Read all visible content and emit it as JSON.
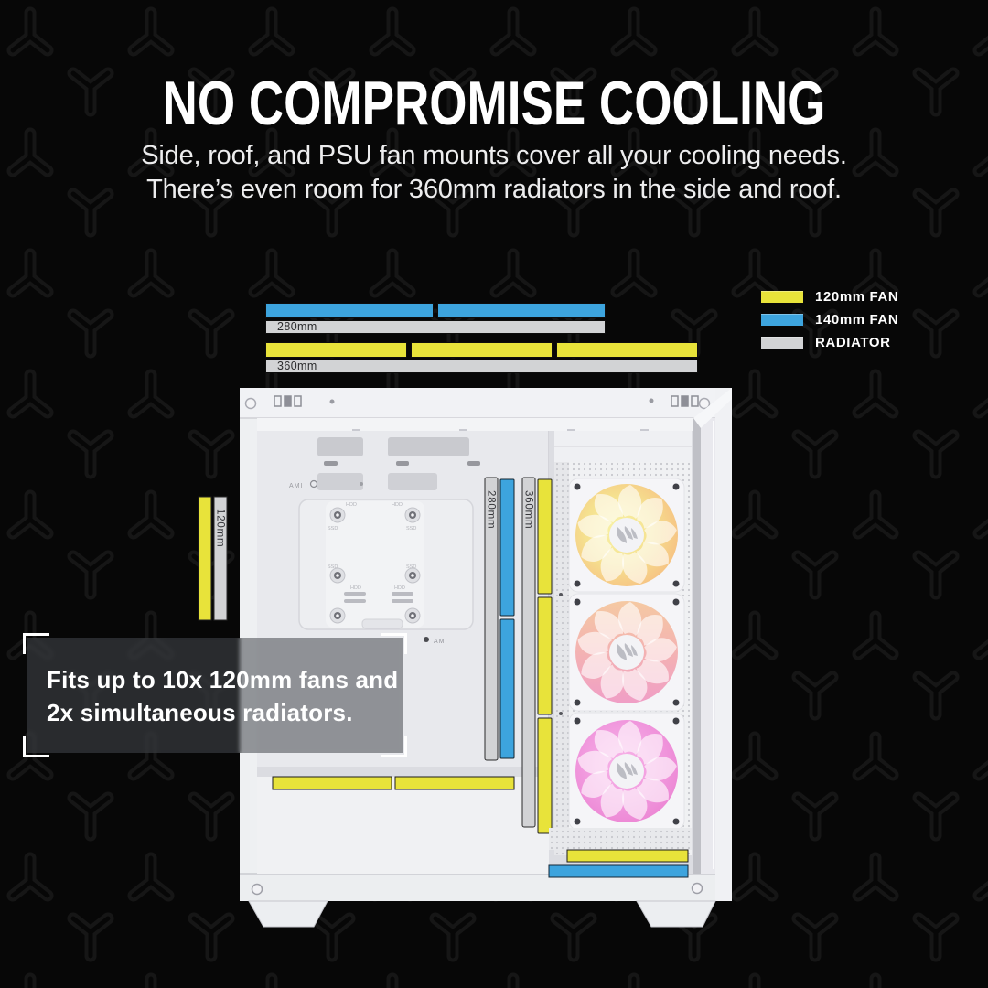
{
  "header": {
    "title": "NO COMPROMISE COOLING",
    "subtitle_line1": "Side, roof, and PSU fan mounts cover all your cooling needs.",
    "subtitle_line2": "There’s even room for 360mm radiators in the side and roof."
  },
  "colors": {
    "fan_120": "#e8e33a",
    "fan_140": "#3da4de",
    "radiator": "#d2d3d5",
    "background": "#070707",
    "text": "#ffffff"
  },
  "legend": {
    "items": [
      {
        "name": "fan-120",
        "label": "120mm FAN",
        "color": "#e8e33a"
      },
      {
        "name": "fan-140",
        "label": "140mm FAN",
        "color": "#3da4de"
      },
      {
        "name": "radiator",
        "label": "RADIATOR",
        "color": "#d2d3d5"
      }
    ]
  },
  "top_diagram": {
    "fan_140_row": {
      "segment_count": 2,
      "fan_type": "140mm"
    },
    "radiator_280_label": "280mm",
    "fan_120_row": {
      "segment_count": 3,
      "fan_type": "120mm"
    },
    "radiator_360_label": "360mm"
  },
  "case_diagram": {
    "side_fan_bar": {
      "label": "120mm",
      "fan_segments": 1
    },
    "vertical_radiator_280": {
      "label": "280mm",
      "fan_segments": 2,
      "fan_type": "140mm"
    },
    "vertical_radiator_360": {
      "label": "360mm",
      "fan_segments": 3,
      "fan_type": "120mm"
    },
    "shroud_fan_segments": 2,
    "bottom_fan_120_segments": 1,
    "bottom_fan_140_segments": 1,
    "tiny_labels": {
      "hdd": "HDD",
      "ssd": "SSD",
      "ami": "AMI"
    }
  },
  "callout": {
    "line1": "Fits up to 10x 120mm fans and",
    "line2": "2x simultaneous radiators."
  }
}
